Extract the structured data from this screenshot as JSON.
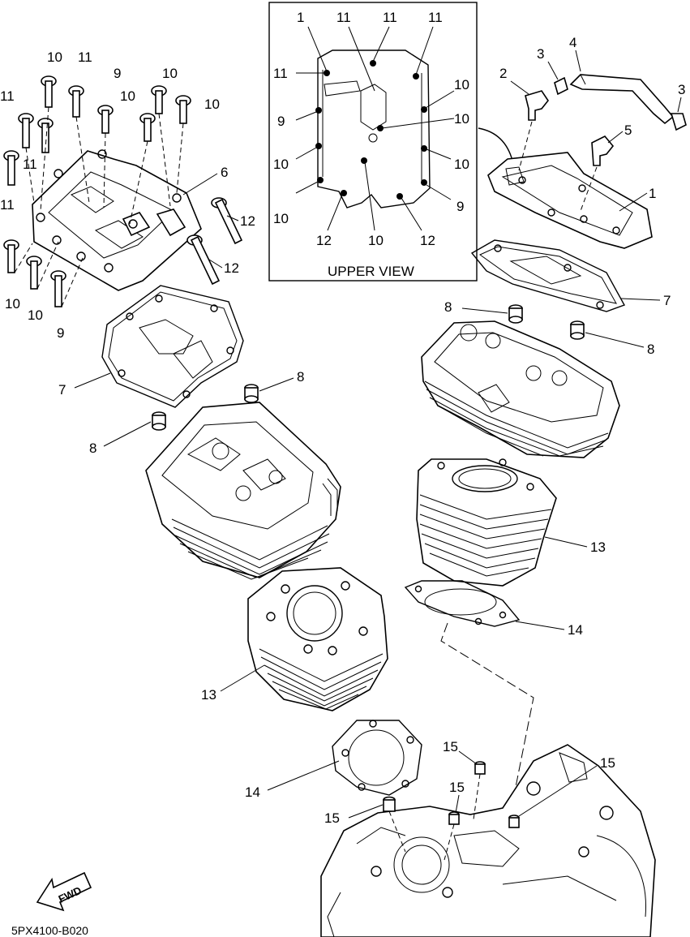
{
  "diagram": {
    "inset_title": "UPPER VIEW",
    "fwd_label": "FWD",
    "figure_code": "5PX4100-B020",
    "callouts": {
      "c1": "1",
      "c2": "2",
      "c3": "3",
      "c4": "4",
      "c5": "5",
      "c6": "6",
      "c7": "7",
      "c8": "8",
      "c9": "9",
      "c10": "10",
      "c11": "11",
      "c12": "12",
      "c13": "13",
      "c14": "14",
      "c15": "15"
    }
  }
}
